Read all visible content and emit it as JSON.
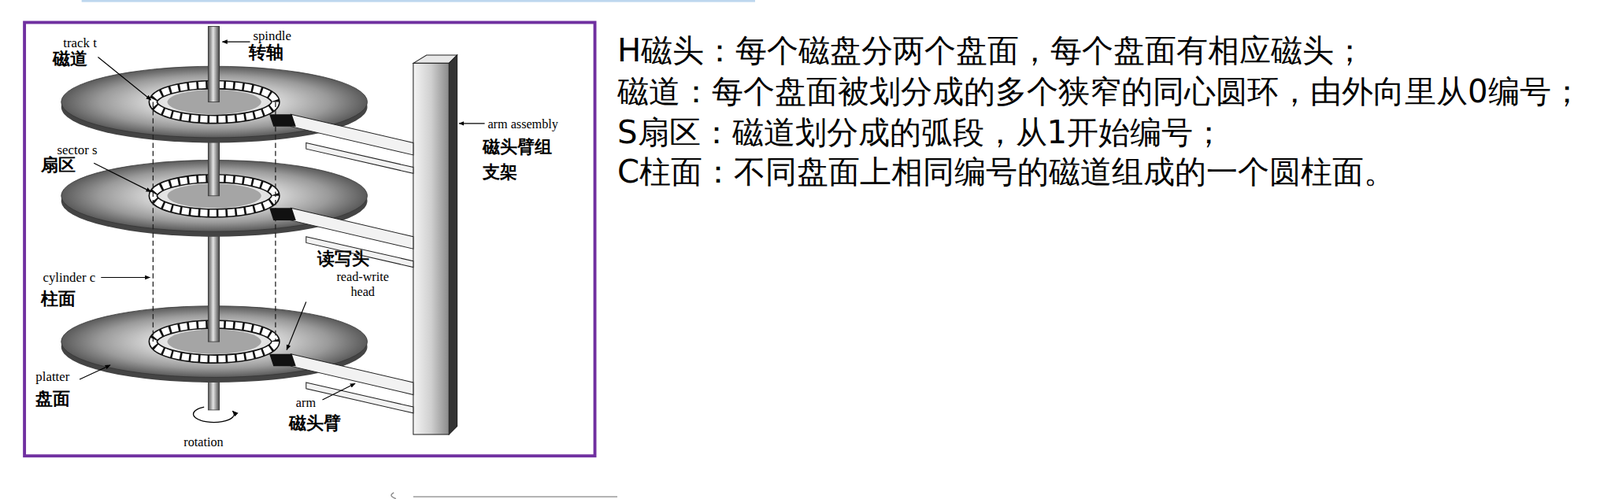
{
  "diagram": {
    "labels": [
      "track t",
      "磁道",
      "spindle",
      "转轴",
      "arm assembly",
      "磁头臂组 支架",
      "sector s",
      "扇区",
      "读写头",
      "read-write head",
      "cylinder c",
      "柱面",
      "platter",
      "盘面",
      "arm",
      "磁头臂",
      "rotation",
      "H磁头：每个磁盘分两个盘面，每个盘面有相应磁头；",
      "磁道：每个盘面被划分成的多个狭窄的同心圆环，由外向里从0编号；",
      "S扇区：磁道划分成的弧段，从1开始编号；",
      "C柱面：不同盘面上相同编号的磁道组成的一个圆柱面。"
    ]
  }
}
